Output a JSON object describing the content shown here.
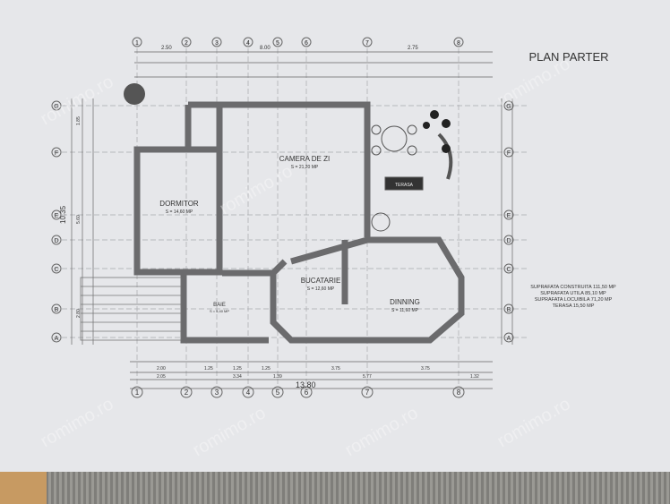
{
  "title": "PLAN PARTER",
  "rooms": {
    "camera_de_zi": {
      "name": "CAMERA DE ZI",
      "area": "S = 21,20 MP"
    },
    "dormitor": {
      "name": "DORMITOR",
      "area": "S = 14,60 MP"
    },
    "bucatarie": {
      "name": "BUCATARIE",
      "area": "S = 12,60 MP"
    },
    "dinning": {
      "name": "DINNING",
      "area": "S = 11,60 MP"
    },
    "baie": {
      "name": "BAIE",
      "area": "S = 5,40 MP"
    },
    "terasa": {
      "name": "TERASA"
    }
  },
  "summary": [
    "SUPRAFATA CONSTRUITA  111,50 MP",
    "SUPRAFATA UTILA  85,10 MP",
    "SUPRAFATA LOCUIBILA 71,20 MP",
    "TERASA  15,50 MP"
  ],
  "dimensions": {
    "total_width": "13.80",
    "total_depth": "10.35",
    "top": [
      "2.50",
      "8.00",
      "2.75"
    ],
    "bottom_row1": [
      "2.00",
      "1.25",
      "1.25",
      "1.25",
      "3.75",
      "3.75"
    ],
    "bottom_row2": [
      "2.05",
      "3.34",
      "1.39",
      "5.77",
      "1.32"
    ],
    "left": [
      "1.85",
      "5.60",
      "2.80"
    ]
  },
  "axes": {
    "columns": [
      "1",
      "2",
      "3",
      "4",
      "5",
      "6",
      "7",
      "8"
    ],
    "rows": [
      "G",
      "F",
      "E",
      "D",
      "C",
      "B",
      "A"
    ]
  },
  "watermark": "romimo.ro"
}
